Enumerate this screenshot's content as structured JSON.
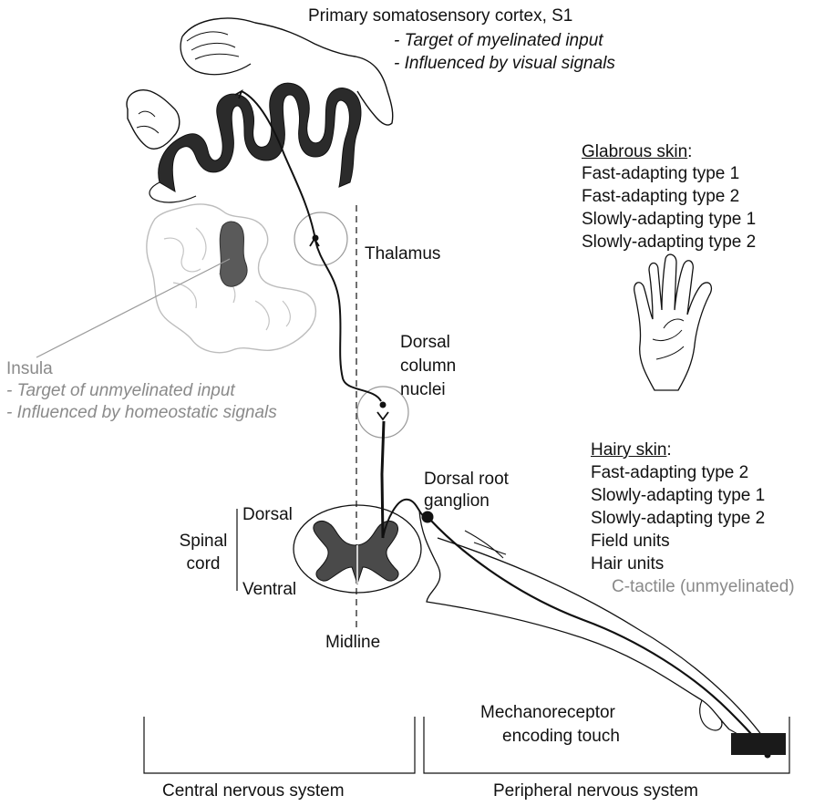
{
  "cortex": {
    "title": "Primary somatosensory cortex, S1",
    "notes": [
      "- Target of myelinated input",
      "- Influenced by visual signals"
    ]
  },
  "insula": {
    "title": "Insula",
    "notes": [
      "- Target of unmyelinated input",
      "- Influenced by homeostatic signals"
    ]
  },
  "relays": {
    "thalamus": "Thalamus",
    "dorsal_column_nuclei": [
      "Dorsal",
      "column",
      "nuclei"
    ],
    "dorsal_root_ganglion": [
      "Dorsal root",
      "ganglion"
    ]
  },
  "spinal_cord": {
    "title": [
      "Spinal",
      "cord"
    ],
    "dorsal": "Dorsal",
    "ventral": "Ventral",
    "midline": "Midline"
  },
  "glabrous_skin": {
    "header": "Glabrous skin",
    "suffix": ":",
    "items": [
      "Fast-adapting type 1",
      "Fast-adapting type 2",
      "Slowly-adapting type 1",
      "Slowly-adapting type 2"
    ]
  },
  "hairy_skin": {
    "header": "Hairy skin",
    "suffix": ":",
    "items": [
      "Fast-adapting type 2",
      "Slowly-adapting type 1",
      "Slowly-adapting type 2",
      "Field units",
      "Hair units"
    ],
    "extra": "C-tactile (unmyelinated)"
  },
  "receptor": [
    "Mechanoreceptor",
    "encoding touch"
  ],
  "systems": {
    "central": "Central nervous system",
    "peripheral": "Peripheral nervous system"
  },
  "colors": {
    "cortex_fill": "#2b2b2b",
    "insula_fill": "#5a5a5a",
    "gray_matter": "#4a4a4a",
    "insula_text": "#8a8a8a",
    "receptor_block": "#1a1a1a"
  }
}
